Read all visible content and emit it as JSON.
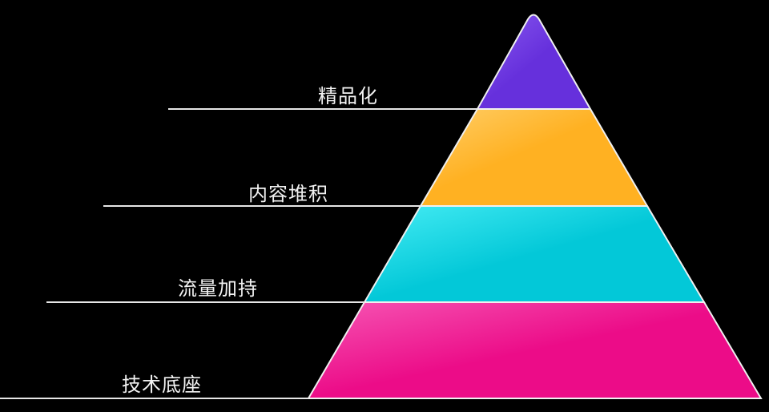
{
  "diagram": {
    "type": "pyramid",
    "background": "#000000",
    "levels": [
      {
        "label": "精品化",
        "color_light": "#8a5af0",
        "color": "#6630dc"
      },
      {
        "label": "内容堆积",
        "color_light": "#ffcf6a",
        "color": "#ffb122"
      },
      {
        "label": "流量加持",
        "color_light": "#46ecf4",
        "color": "#03c8d8"
      },
      {
        "label": "技术底座",
        "color_light": "#f656b4",
        "color": "#ec0c88"
      }
    ]
  }
}
